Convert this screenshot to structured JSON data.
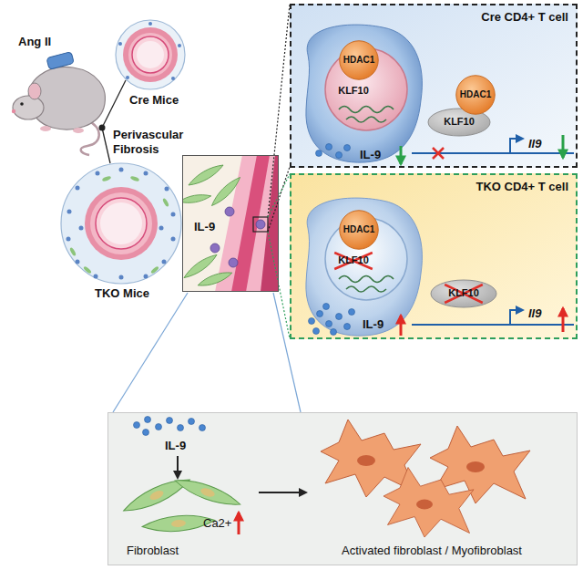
{
  "diagram": {
    "nodes": [
      {
        "text": [
          "IL-9"
        ]
      },
      {
        "text": [
          "Cre CD4+ T cell",
          "Il9",
          "IL-9"
        ]
      },
      {
        "text": [
          "HDAC1",
          "KLF10"
        ],
        "in": 1
      },
      {
        "text": [
          "HDAC1",
          "KLF10"
        ],
        "in": 1
      },
      {
        "text": [
          "TKO CD4+ T cell",
          "Il9",
          "IL-9"
        ]
      },
      {
        "text": [
          "HDAC1",
          "KLF10"
        ],
        "in": 4
      },
      {
        "text": [
          "KLF10"
        ],
        "in": 4
      },
      {
        "text": [
          "IL-9",
          "Fibroblast",
          "Ca2+",
          "Activated fibroblast / Myofibroblast"
        ]
      }
    ],
    "labels": [
      "Ang II",
      "Cre Mice",
      "Perivascular Fibrosis",
      "TKO Mice"
    ]
  }
}
